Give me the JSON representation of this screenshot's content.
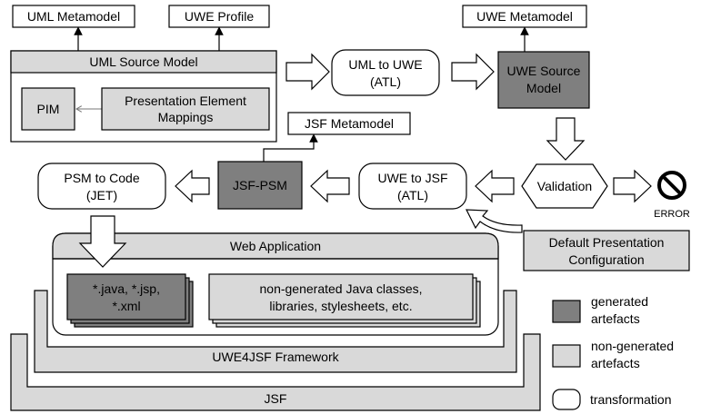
{
  "metamodels": {
    "uml_metamodel": "UML Metamodel",
    "uwe_profile": "UWE Profile",
    "uwe_metamodel": "UWE Metamodel",
    "jsf_metamodel": "JSF Metamodel"
  },
  "uml_source_model": {
    "title": "UML Source Model",
    "pim": "PIM",
    "pem_line1": "Presentation Element",
    "pem_line2": "Mappings"
  },
  "transformations": {
    "uml_to_uwe_line1": "UML to UWE",
    "uml_to_uwe_line2": "(ATL)",
    "uwe_to_jsf_line1": "UWE to JSF",
    "uwe_to_jsf_line2": "(ATL)",
    "psm_to_code_line1": "PSM to Code",
    "psm_to_code_line2": "(JET)"
  },
  "uwe_source_model": {
    "line1": "UWE Source",
    "line2": "Model"
  },
  "validation": "Validation",
  "error": "ERROR",
  "jsf_psm": "JSF-PSM",
  "default_presentation": {
    "line1": "Default Presentation",
    "line2": "Configuration"
  },
  "web_application": {
    "title": "Web Application",
    "generated_line1": "*.java, *.jsp,",
    "generated_line2": "*.xml",
    "nongenerated_line1": "non-generated Java classes,",
    "nongenerated_line2": "libraries, stylesheets, etc."
  },
  "frameworks": {
    "uwe4jsf": "UWE4JSF Framework",
    "jsf": "JSF"
  },
  "legend": {
    "generated_line1": "generated",
    "generated_line2": "artefacts",
    "nongenerated_line1": "non-generated",
    "nongenerated_line2": "artefacts",
    "transformation": "transformation"
  },
  "colors": {
    "generated": "#7f7f7f",
    "nongenerated": "#d9d9d9",
    "white": "#ffffff",
    "stroke": "#000000"
  }
}
